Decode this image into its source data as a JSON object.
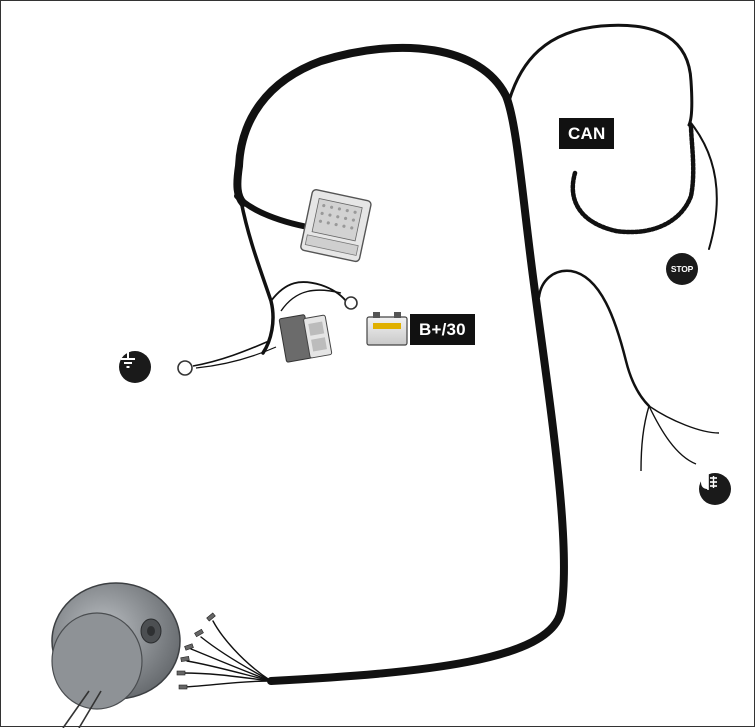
{
  "labels": {
    "can": "CAN",
    "battery": "B+/30",
    "stop": "STOP"
  },
  "icons": {
    "ground": "ground-symbol-icon",
    "stop": "stop-lamp-icon",
    "fog": "rear-fog-lamp-icon",
    "battery": "car-battery-icon",
    "socket": "trailer-socket-icon",
    "ecu_connector": "ecu-connector-plug-icon"
  },
  "colors": {
    "cable": "#111111",
    "label_bg": "#111111",
    "label_fg": "#ffffff",
    "icon_bg": "#1a1a1a",
    "socket": "#8a8e92"
  }
}
